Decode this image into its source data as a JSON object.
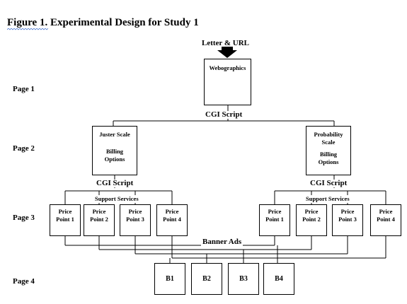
{
  "title": "Figure 1. Experimental Design for Study 1",
  "entry_label": "Letter & URL",
  "pages": [
    "Page 1",
    "Page 2",
    "Page 3",
    "Page 4"
  ],
  "webographics": "Webographics",
  "cgi_script": "CGI Script",
  "left_scale": {
    "name": "Juster Scale",
    "sub": "Billing Options"
  },
  "right_scale": {
    "name": "Probability Scale",
    "sub": "Billing Options"
  },
  "support_services": "Support Services",
  "price_points": [
    "Price Point 1",
    "Price Point 2",
    "Price Point 3",
    "Price Point 4"
  ],
  "banner_ads": "Banner Ads",
  "banners": [
    "B1",
    "B2",
    "B3",
    "B4"
  ]
}
